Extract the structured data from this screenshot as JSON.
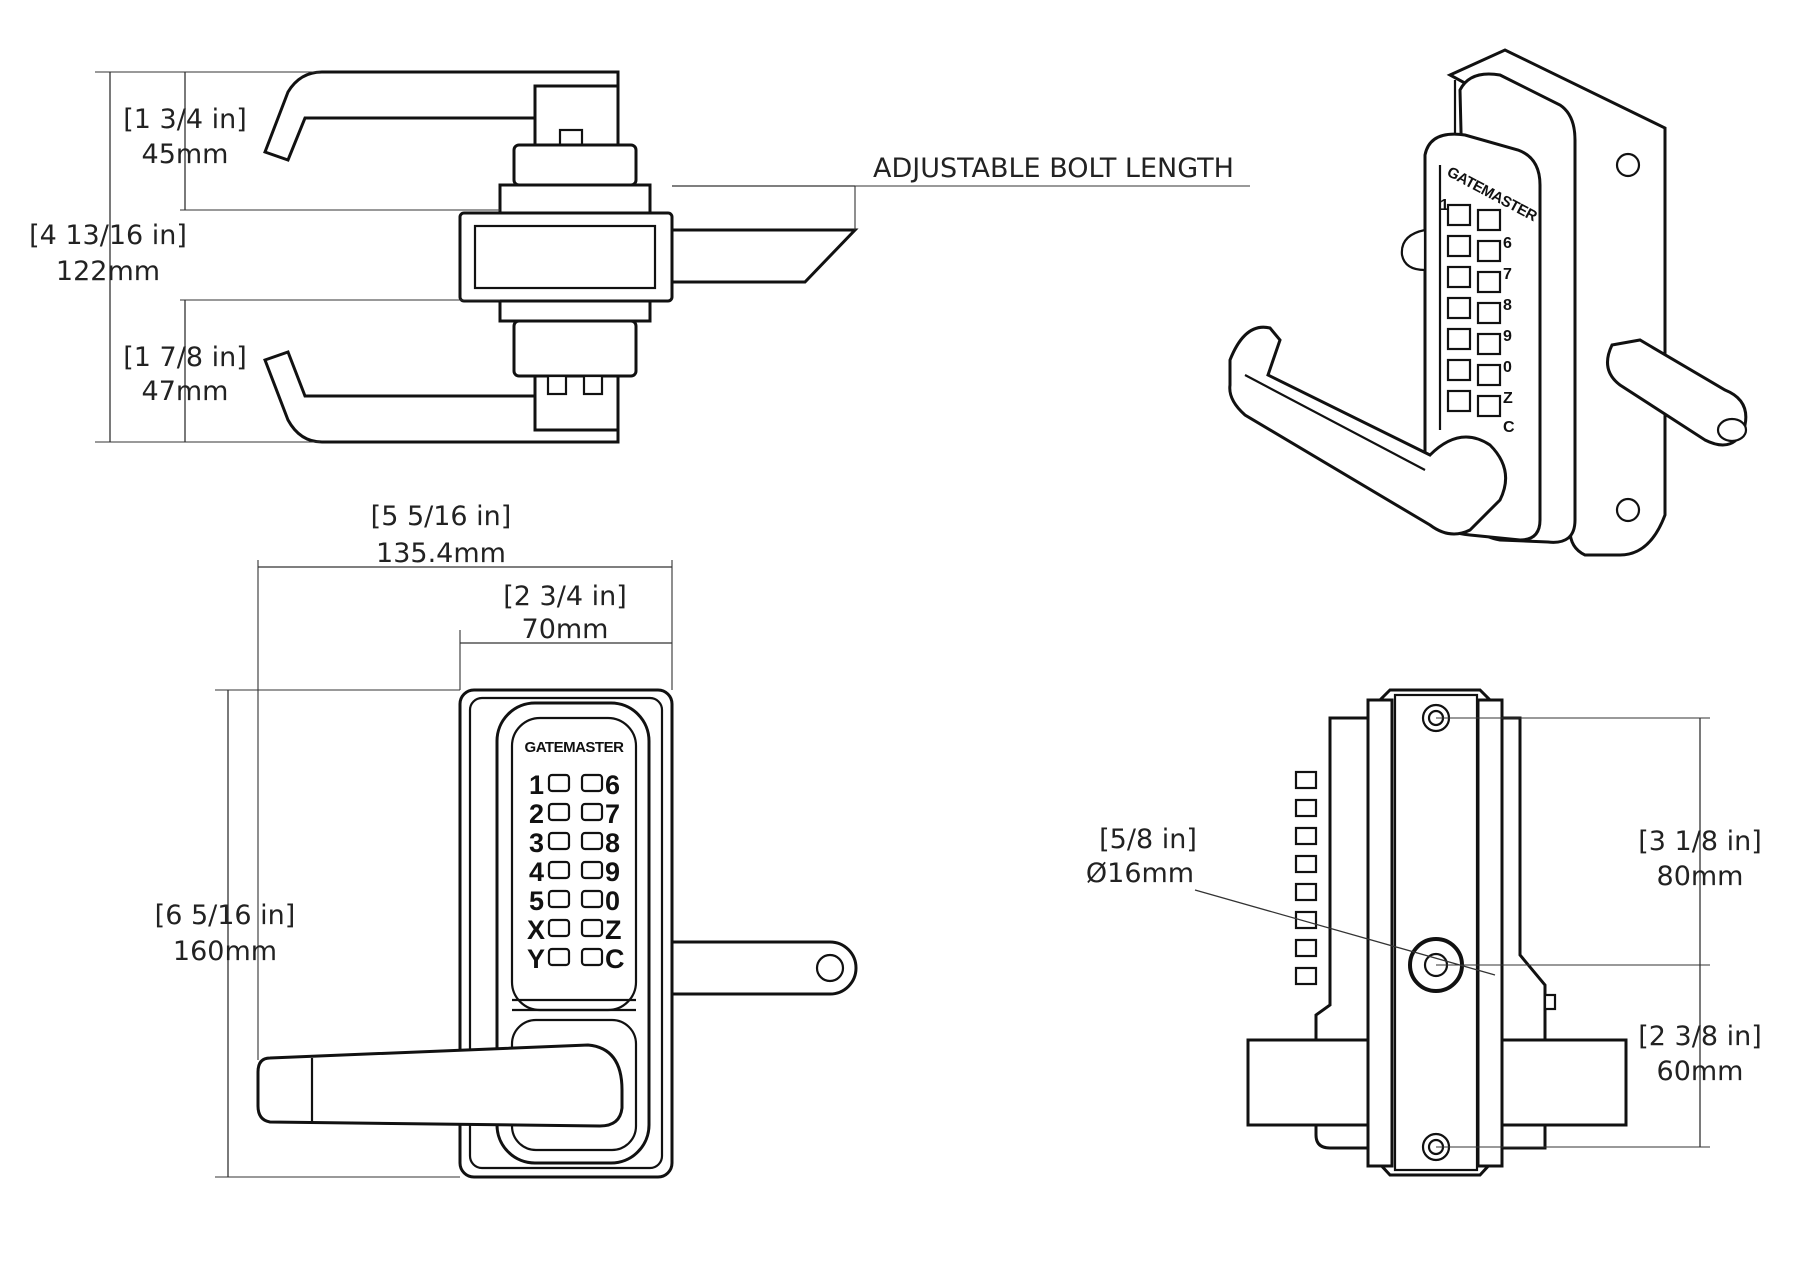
{
  "dimensions": {
    "top_upper_in": "[1 3/4 in]",
    "top_upper_mm": "45mm",
    "top_total_in": "[4 13/16 in]",
    "top_total_mm": "122mm",
    "top_lower_in": "[1 7/8 in]",
    "top_lower_mm": "47mm",
    "bolt_label": "ADJUSTABLE BOLT LENGTH",
    "front_width_in": "[5 5/16 in]",
    "front_width_mm": "135.4mm",
    "front_backset_in": "[2 3/4 in]",
    "front_backset_mm": "70mm",
    "front_height_in": "[6 5/16 in]",
    "front_height_mm": "160mm",
    "side_hole_in": "[5/8 in]",
    "side_hole_mm": "Ø16mm",
    "side_upper_in": "[3 1/8 in]",
    "side_upper_mm": "80mm",
    "side_lower_in": "[2 3/8 in]",
    "side_lower_mm": "60mm"
  },
  "keypad": {
    "brand": "GATEMASTER",
    "left_keys": [
      "1",
      "2",
      "3",
      "4",
      "5",
      "X",
      "Y"
    ],
    "right_keys": [
      "6",
      "7",
      "8",
      "9",
      "0",
      "Z",
      "C"
    ]
  },
  "iso_keypad": {
    "keys": [
      "1",
      "6",
      "7",
      "8",
      "9",
      "0",
      "Z",
      "C"
    ]
  }
}
